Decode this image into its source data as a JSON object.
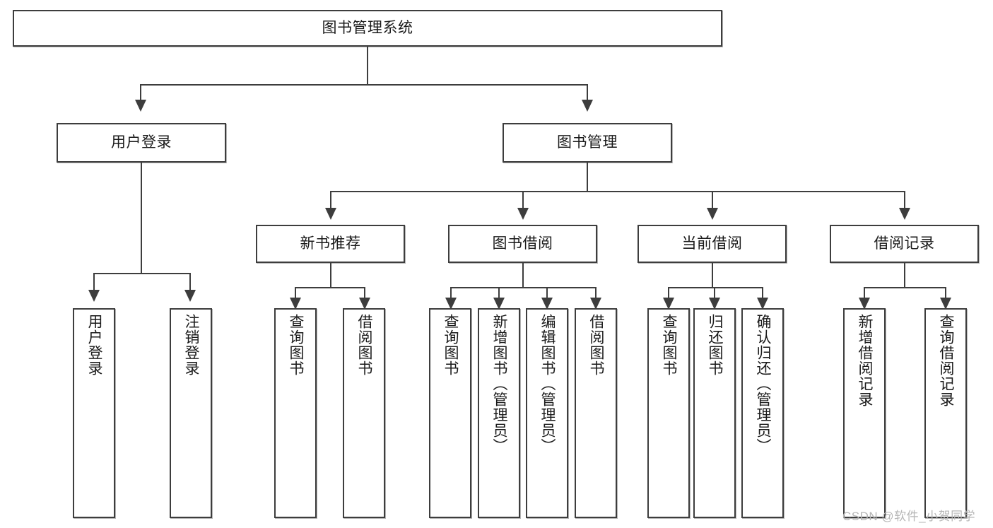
{
  "diagram": {
    "type": "tree",
    "title": "图书管理系统",
    "root": {
      "label": "图书管理系统"
    },
    "level2": [
      {
        "label": "用户登录"
      },
      {
        "label": "图书管理"
      }
    ],
    "level3": [
      {
        "label": "新书推荐"
      },
      {
        "label": "图书借阅"
      },
      {
        "label": "当前借阅"
      },
      {
        "label": "借阅记录"
      }
    ],
    "leaves": {
      "user_login": [
        {
          "label": "用户登录"
        },
        {
          "label": "注销登录"
        }
      ],
      "new_book_recommend": [
        {
          "label": "查询图书"
        },
        {
          "label": "借阅图书"
        }
      ],
      "book_borrow": [
        {
          "label": "查询图书"
        },
        {
          "label": "新增图书（管理员）"
        },
        {
          "label": "编辑图书（管理员）"
        },
        {
          "label": "借阅图书"
        }
      ],
      "current_borrow": [
        {
          "label": "查询图书"
        },
        {
          "label": "归还图书"
        },
        {
          "label": "确认归还（管理员）"
        }
      ],
      "borrow_record": [
        {
          "label": "新增借阅记录"
        },
        {
          "label": "查询借阅记录"
        }
      ]
    }
  },
  "watermark": {
    "text": "CSDN @软件_小贺同学"
  },
  "colors": {
    "border": "#3d3d3d",
    "background": "#ffffff",
    "text": "#1a1a1a",
    "watermark": "#b6b6b6"
  }
}
